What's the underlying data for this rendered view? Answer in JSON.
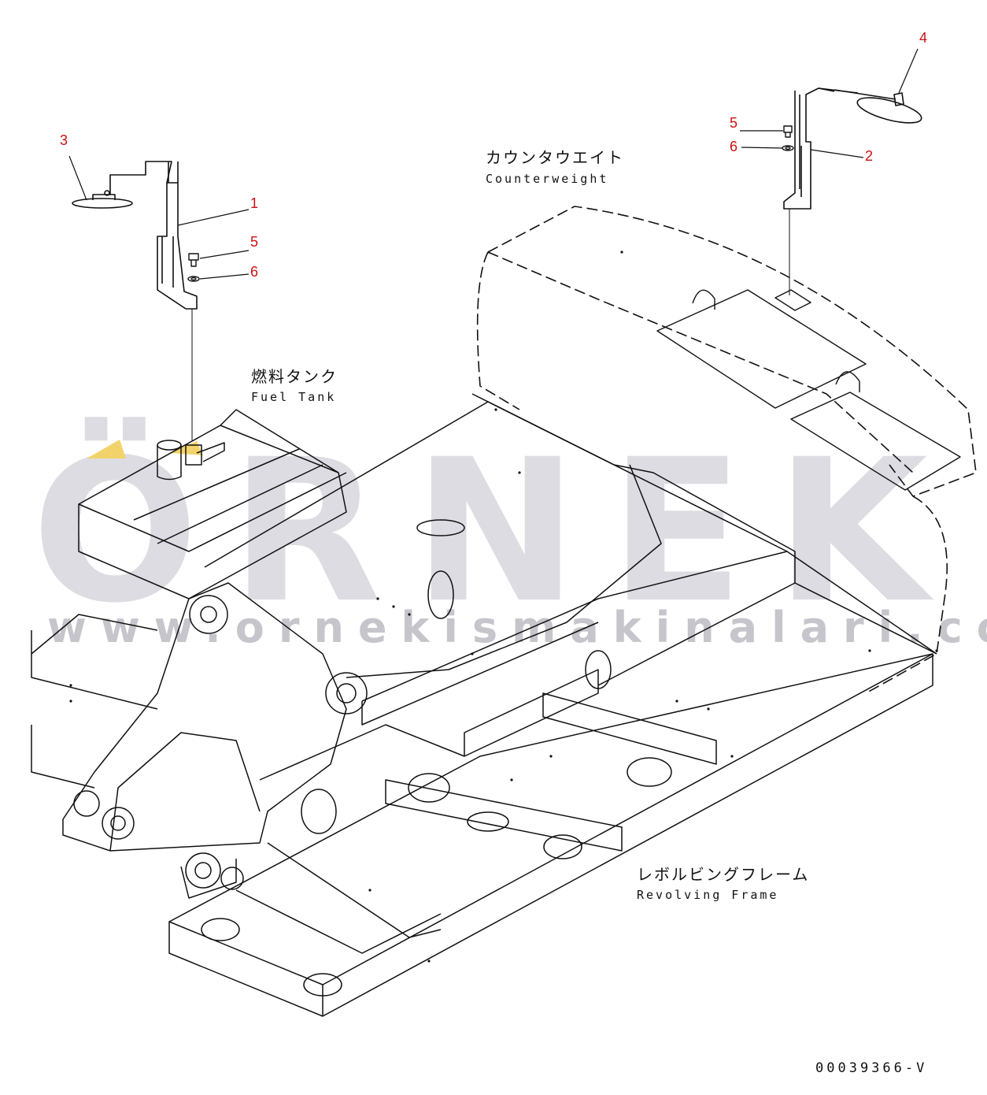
{
  "watermark": {
    "letters": "ÖRNEK",
    "url": "www.ornekismakinalari.com.tr",
    "color": "#d7d7dd",
    "accent": "#f2d36b"
  },
  "labels": {
    "counterweight_jp": "カウンタウエイト",
    "counterweight_en": "Counterweight",
    "fuel_tank_jp": "燃料タンク",
    "fuel_tank_en": "Fuel Tank",
    "revolving_frame_jp": "レボルビングフレーム",
    "revolving_frame_en": "Revolving Frame"
  },
  "callouts": [
    {
      "id": "callout-3-left",
      "text": "3"
    },
    {
      "id": "callout-1-left",
      "text": "1"
    },
    {
      "id": "callout-5-left",
      "text": "5"
    },
    {
      "id": "callout-6-left",
      "text": "6"
    },
    {
      "id": "callout-4-right",
      "text": "4"
    },
    {
      "id": "callout-5-right",
      "text": "5"
    },
    {
      "id": "callout-6-right",
      "text": "6"
    },
    {
      "id": "callout-2-right",
      "text": "2"
    }
  ],
  "drawing_number": "00039366-V",
  "colors": {
    "callout": "#cc1111",
    "line": "#111111"
  }
}
